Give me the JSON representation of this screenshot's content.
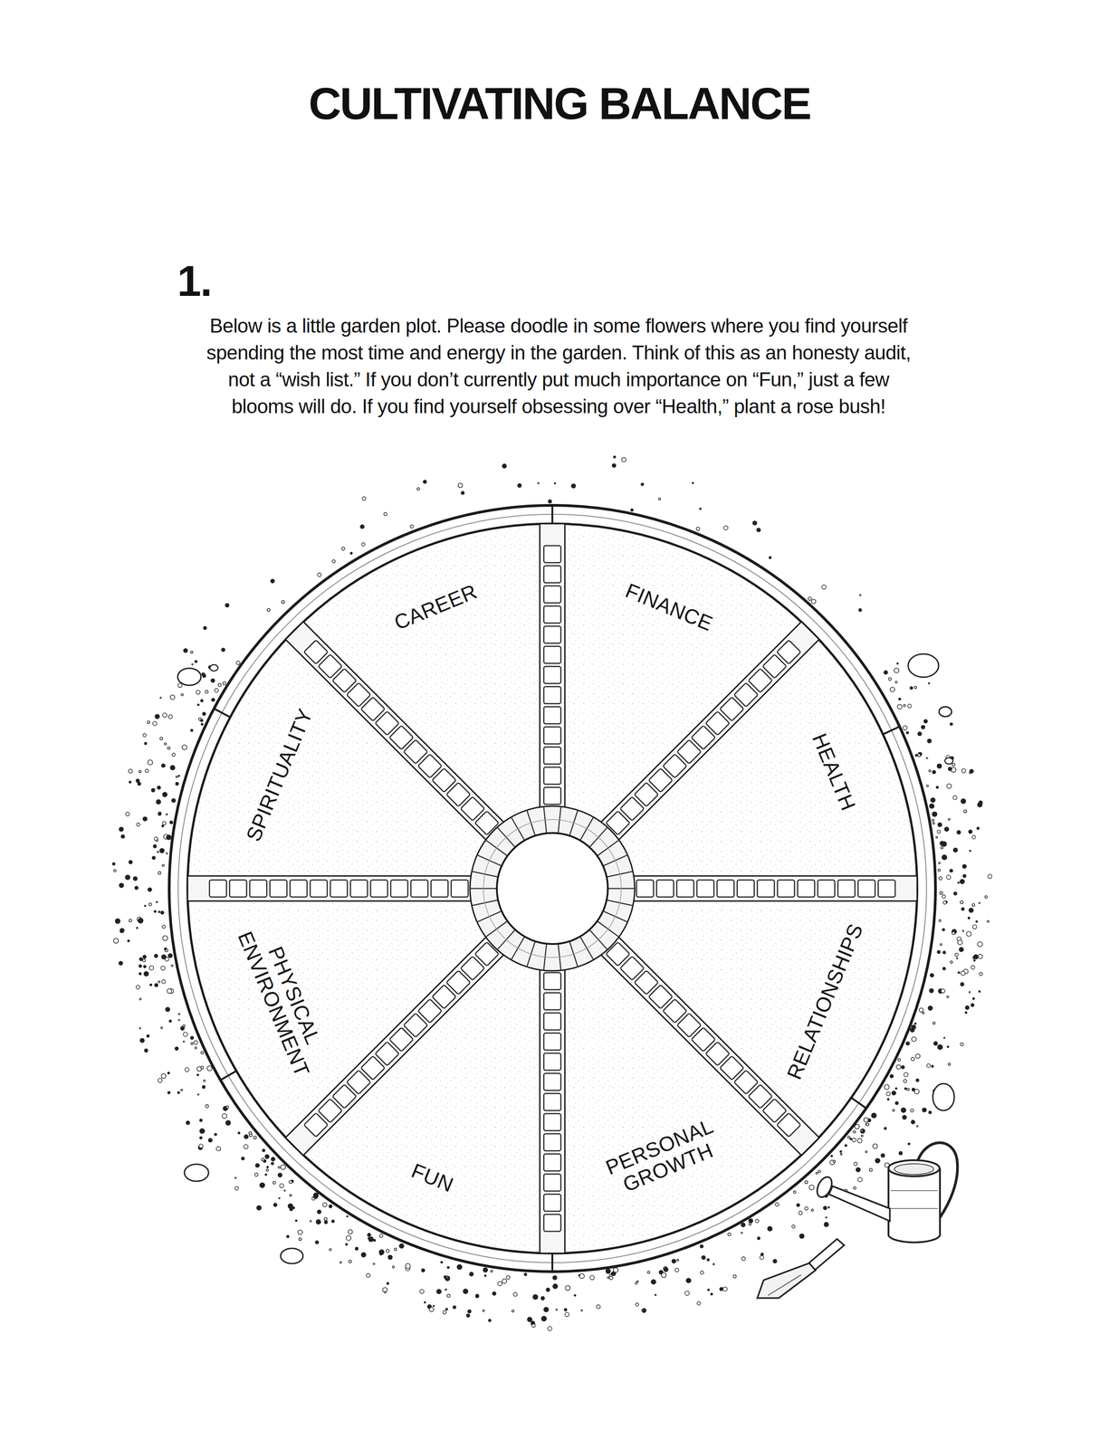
{
  "diagram": {
    "title": "CULTIVATING BALANCE",
    "nodes": [
      {
        "text": [
          "CAREER"
        ]
      },
      {
        "text": [
          "FINANCE"
        ]
      },
      {
        "text": [
          "HEALTH"
        ]
      },
      {
        "text": [
          "RELATIONSHIPS"
        ]
      },
      {
        "text": [
          "PERSONAL GROWTH"
        ]
      },
      {
        "text": [
          "FUN"
        ]
      },
      {
        "text": [
          "PHYSICAL ENVIRONMENT"
        ]
      },
      {
        "text": [
          "SPIRITUALITY"
        ]
      }
    ],
    "labels": [
      "1.",
      "Below is a little garden plot. Please doodle in some flowers where you find yourself spending the most time and energy in the garden. Think of this as an honesty audit, not a “wish list.” If you don’t currently put much importance on “Fun,” just a few blooms will do. If you find yourself obsessing over “Health,” plant a rose bush!"
    ]
  }
}
